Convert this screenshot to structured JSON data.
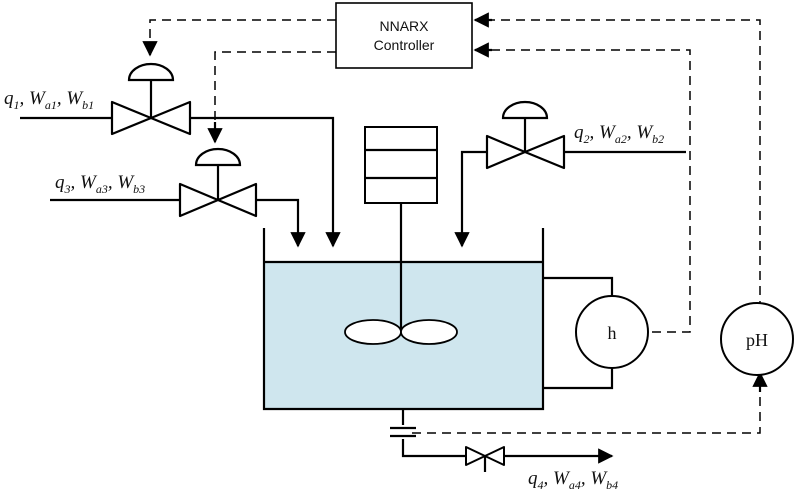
{
  "controller": {
    "line1": "NNARX",
    "line2": "Controller"
  },
  "streams": [
    {
      "id": "inlet-1",
      "q": "q",
      "q_sub": "1",
      "wa": "W",
      "wa_sub": "a1",
      "wb": "W",
      "wb_sub": "b1"
    },
    {
      "id": "inlet-3",
      "q": "q",
      "q_sub": "3",
      "wa": "W",
      "wa_sub": "a3",
      "wb": "W",
      "wb_sub": "b3"
    },
    {
      "id": "inlet-2",
      "q": "q",
      "q_sub": "2",
      "wa": "W",
      "wa_sub": "a2",
      "wb": "W",
      "wb_sub": "b2"
    },
    {
      "id": "outlet-4",
      "q": "q",
      "q_sub": "4",
      "wa": "W",
      "wa_sub": "a4",
      "wb": "W",
      "wb_sub": "b4"
    }
  ],
  "sensors": {
    "level": "h",
    "ph": "pH"
  },
  "colors": {
    "liquid": "#cfe6ee",
    "stroke": "#000000"
  }
}
